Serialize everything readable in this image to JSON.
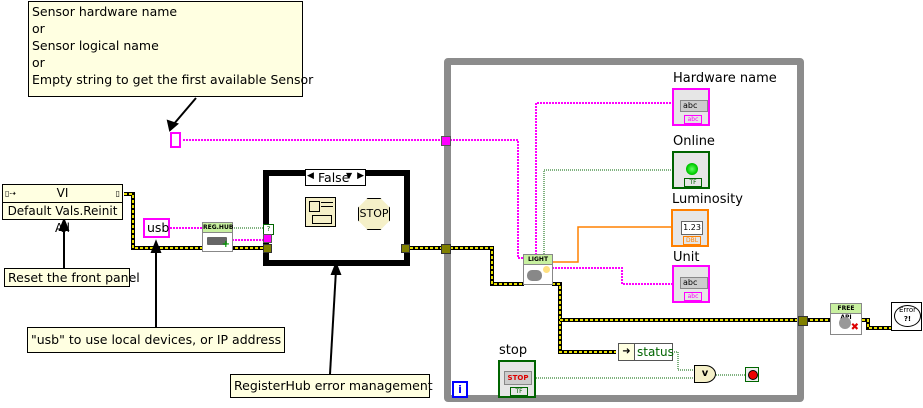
{
  "notes": {
    "sensor_name": [
      "Sensor hardware name",
      "or",
      "Sensor  logical name",
      "or",
      "Empty string to get the first available Sensor"
    ],
    "reset": "Reset the front panel",
    "usb": "\"usb\" to use local devices, or IP address",
    "registerhub": "RegisterHub error management"
  },
  "invoke_node": {
    "class": "VI",
    "method": "Default Vals.Reinit All"
  },
  "constants": {
    "usb": "usb"
  },
  "subvis": {
    "reghub": "REG.HUB",
    "light": "LIGHT",
    "freeapi": "FREE API"
  },
  "case_structure": {
    "selector": "False",
    "stop_label": "STOP"
  },
  "indicators": {
    "hardware_name": {
      "label": "Hardware name",
      "display": "abc",
      "type": "abc"
    },
    "online": {
      "label": "Online",
      "type": "TF"
    },
    "luminosity": {
      "label": "Luminosity",
      "display": "1.23",
      "type": "DBL"
    },
    "unit": {
      "label": "Unit",
      "display": "abc",
      "type": "abc"
    }
  },
  "stop_control": {
    "label": "stop",
    "button": "STOP",
    "type": "TF"
  },
  "unbundle": {
    "field": "status"
  },
  "or_gate": "v",
  "loop_iteration": "i",
  "error_dialog": {
    "line1": "Error",
    "line2": "?!"
  },
  "colors": {
    "string_wire": "#ff00ff",
    "bool_wire": "#006400",
    "dbl_wire": "#ff8000",
    "error_wire": "#c8c800",
    "note_bg": "#ffffe1"
  }
}
